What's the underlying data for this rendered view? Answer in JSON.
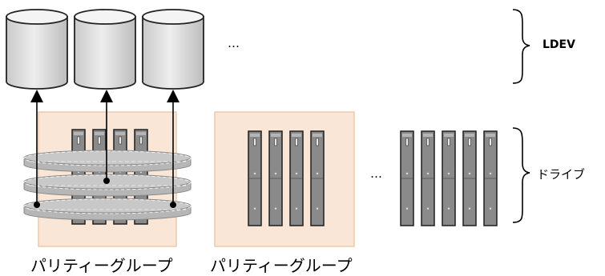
{
  "labels": {
    "ldev": "LDEV",
    "drive": "ドライブ",
    "ellipsis_ldev": "…",
    "ellipsis_drive": "…",
    "parity_group_1": "パリティーグループ",
    "parity_group_2": "パリティーグループ"
  },
  "colors": {
    "parity_box_fill": "#fae6d6",
    "parity_box_stroke": "#eccaae",
    "drive_fill": "#8a8a8a",
    "drive_stroke": "#1e1e1e",
    "cylinder_fill": "#d8d8d8",
    "cylinder_stroke": "#222222",
    "stripe_fill": "#c8c8c8",
    "stripe_stroke": "#888888"
  },
  "ldev_count_shown": 3,
  "drive_groups": [
    {
      "name": "parity-group-1",
      "drives": 4,
      "striped": true
    },
    {
      "name": "parity-group-2",
      "drives": 4,
      "striped": false
    },
    {
      "name": "extra-drives",
      "drives": 5,
      "striped": false
    }
  ]
}
